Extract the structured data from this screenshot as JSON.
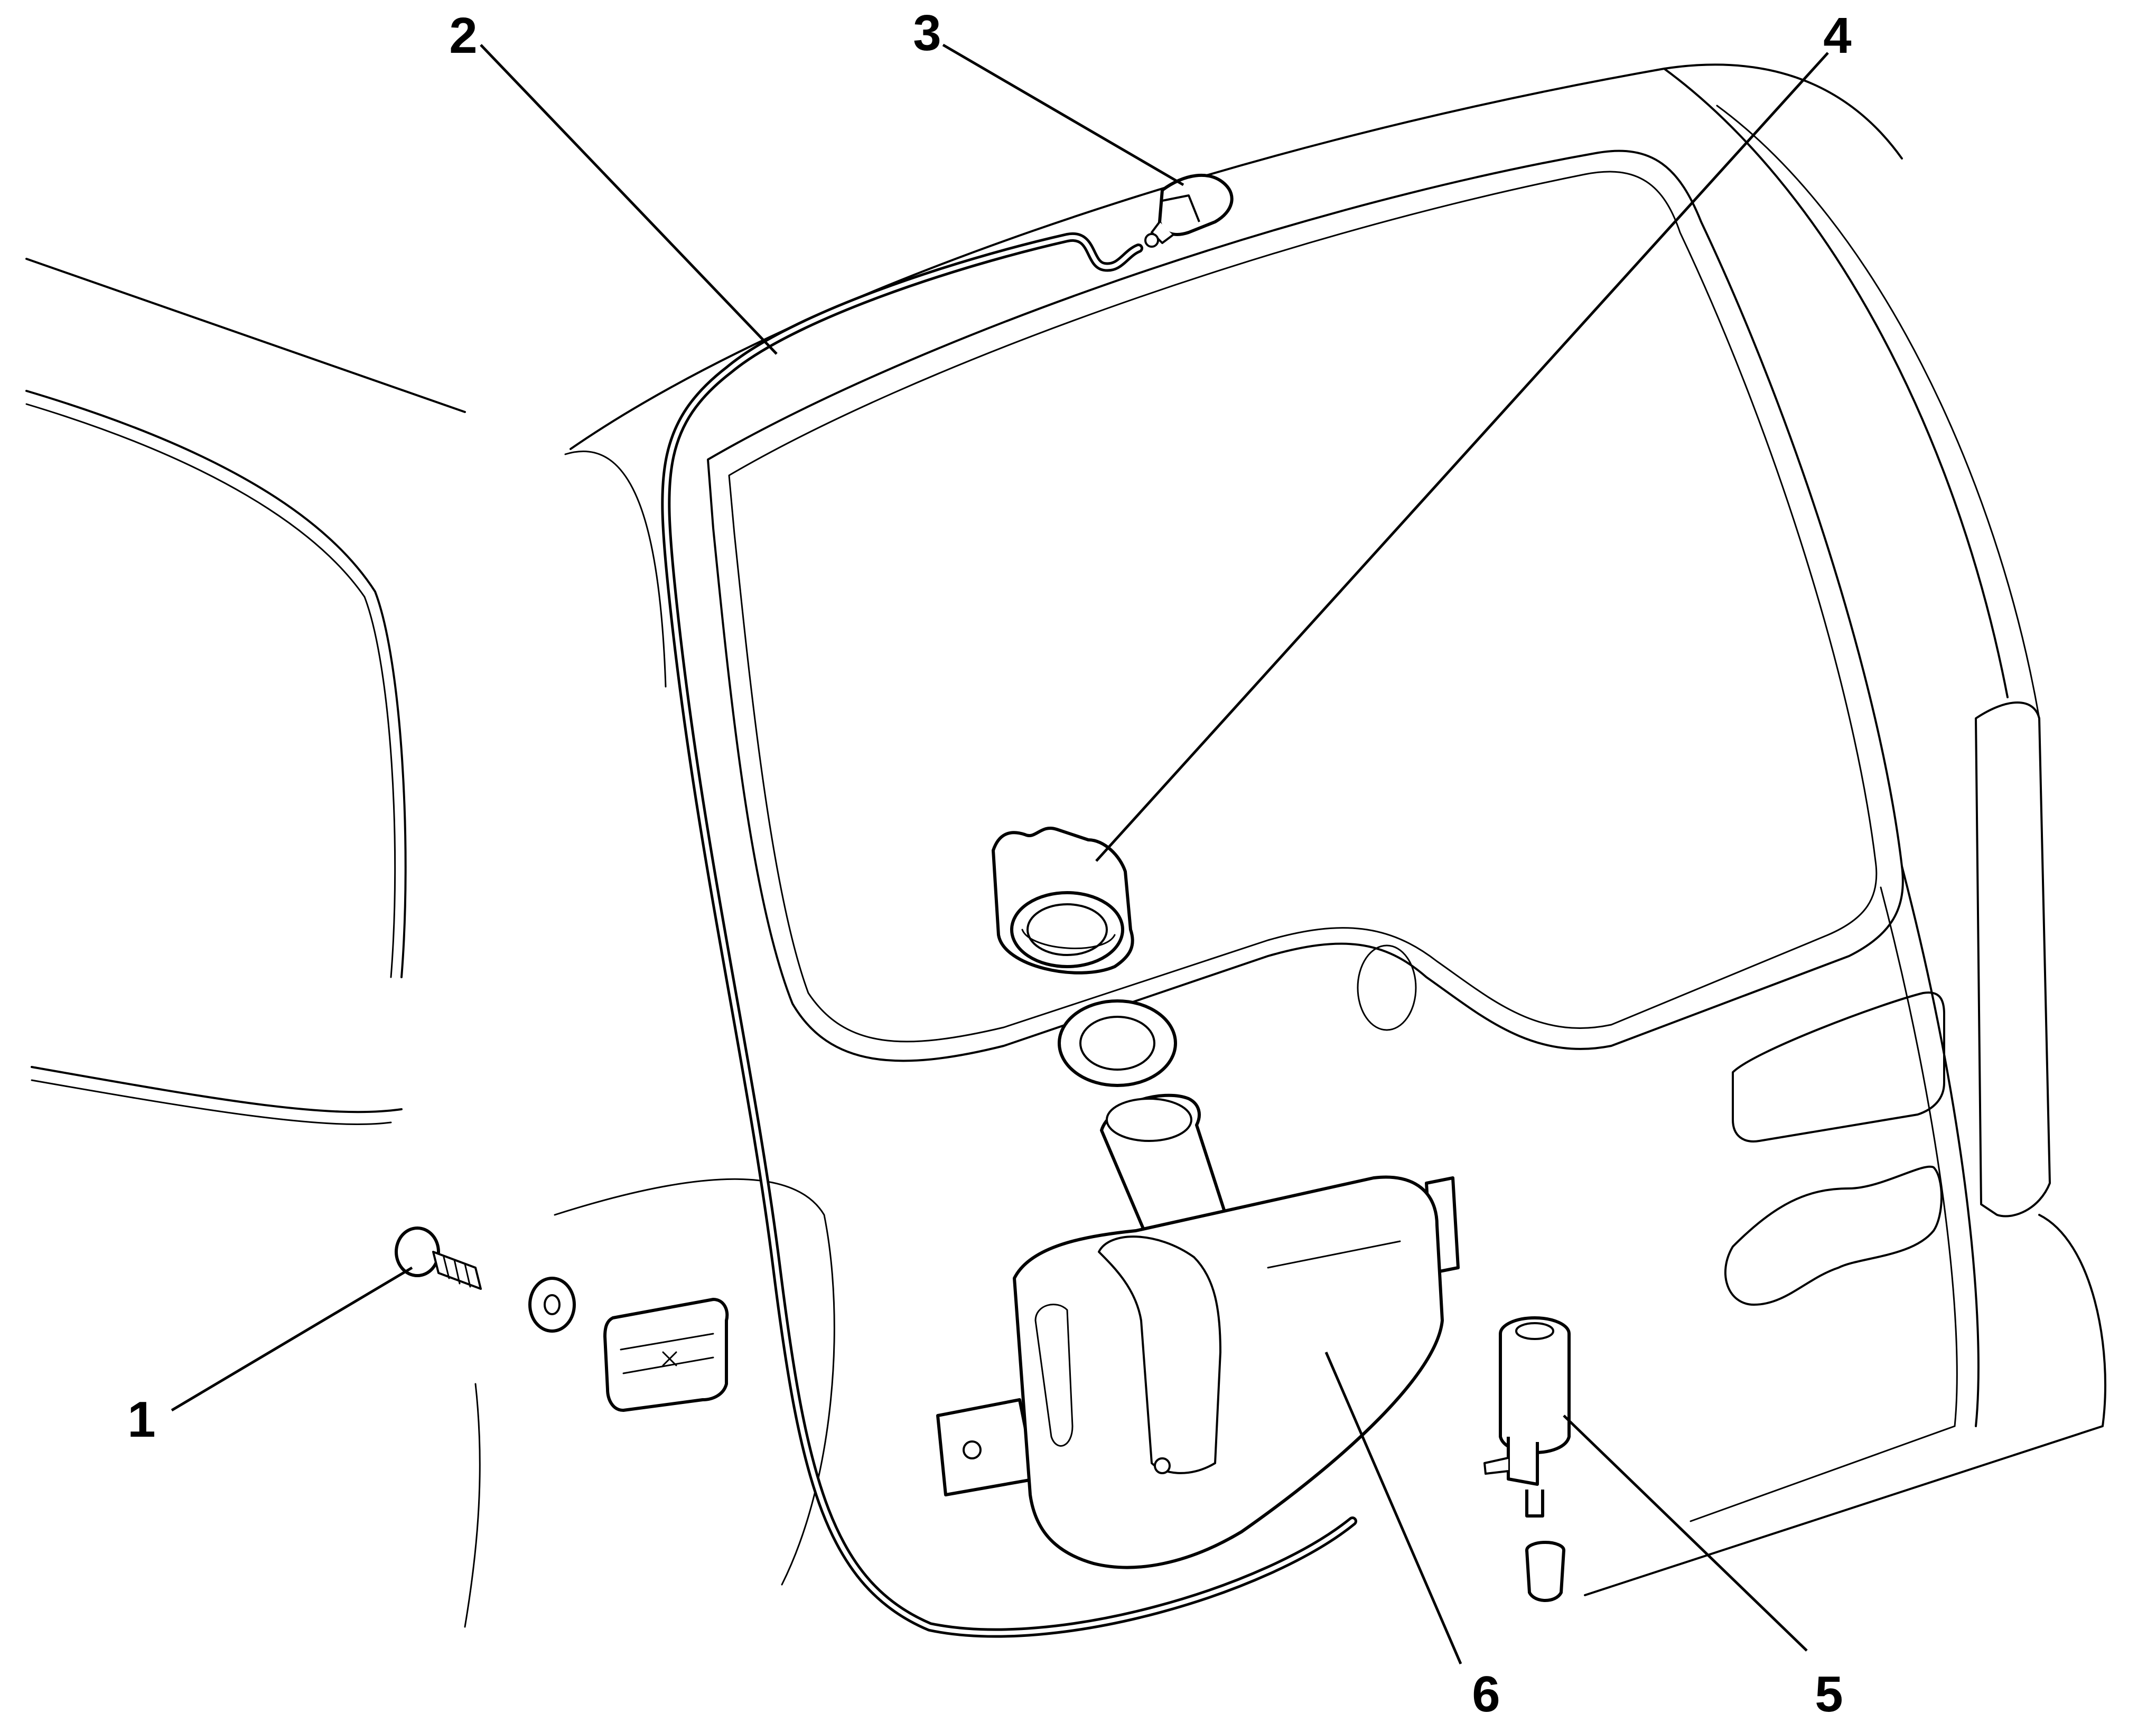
{
  "callouts": [
    {
      "number": "1",
      "part": "screw-clip-assembly"
    },
    {
      "number": "2",
      "part": "washer-hose"
    },
    {
      "number": "3",
      "part": "washer-nozzle"
    },
    {
      "number": "4",
      "part": "filler-cap"
    },
    {
      "number": "5",
      "part": "washer-pump"
    },
    {
      "number": "6",
      "part": "washer-reservoir"
    }
  ],
  "colors": {
    "line": "#000000",
    "background": "#ffffff"
  }
}
